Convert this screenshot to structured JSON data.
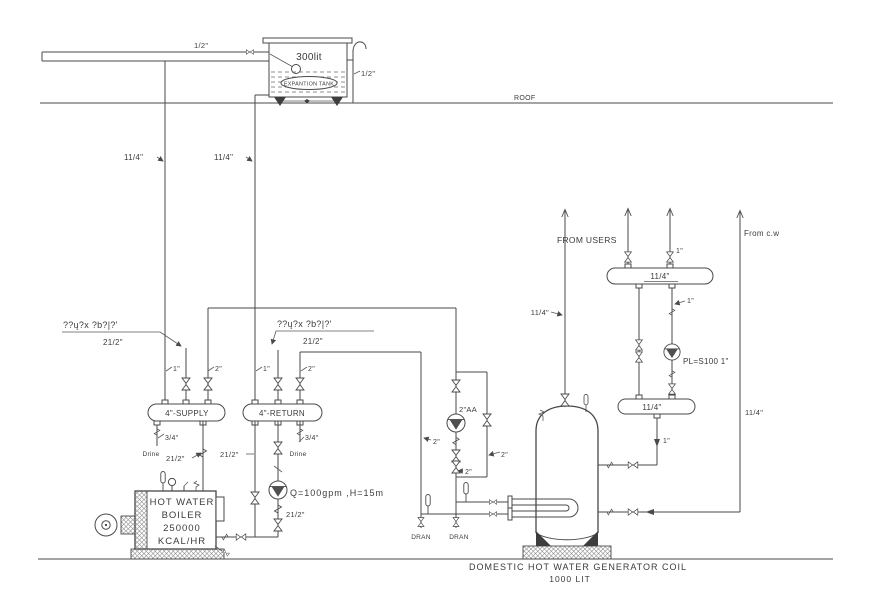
{
  "colors": {
    "line": "#4a4a4a",
    "text": "#3b3b3b",
    "background": "#ffffff"
  },
  "expansion_tank": {
    "makeup_size": "1/2\"",
    "volume": "300lit",
    "name": "EXPANTION TANK",
    "overflow_size": "1/2\"",
    "roof": "ROOF"
  },
  "risers": {
    "supply": "11/4\"",
    "return": "11/4\""
  },
  "callout_left": {
    "text": "??ų?x  ?b?|?'",
    "size": "21/2\""
  },
  "callout_right": {
    "text": "??ų?x  ?b?|?'",
    "size": "21/2\""
  },
  "supply": {
    "header": "4\"-SUPPLY",
    "valve1": "1\"",
    "valve2": "2\"",
    "drain_size": "3/4\"",
    "drain": "Drine",
    "boiler_pipe": "21/2\""
  },
  "return": {
    "header": "4\"-RETURN",
    "valve1": "1\"",
    "valve2": "2\"",
    "drain_size": "3/4\"",
    "drain": "Drine",
    "boiler_pipe": "21/2\""
  },
  "boiler": {
    "lines": [
      "HOT WATER",
      "BOILER",
      "250000",
      "KCAL/HR"
    ]
  },
  "boiler_pump": {
    "spec": "Q=100gpm  ,H=15m",
    "size": "21/2\""
  },
  "coil_loop": {
    "pump": "2\"AA",
    "return_size": "2\"",
    "supply_size": "2\"",
    "bypass_size": "2\"",
    "drain_left": "DRAN",
    "drain_right": "DRAN"
  },
  "users": {
    "from_users": "FROM USERS",
    "valve_size": "1\"",
    "header1": "11/4\"",
    "riser_size": "1\"",
    "pump": "PL=S100  1\"",
    "header2": "11/4\"",
    "feed_size": "1\"",
    "tank_inlet_size": "11/4\""
  },
  "cold_water": {
    "label": "From c.w",
    "size": "11/4\""
  },
  "generator": {
    "caption": "DOMESTIC HOT WATER GENERATOR COIL",
    "volume": "1000 LIT"
  }
}
